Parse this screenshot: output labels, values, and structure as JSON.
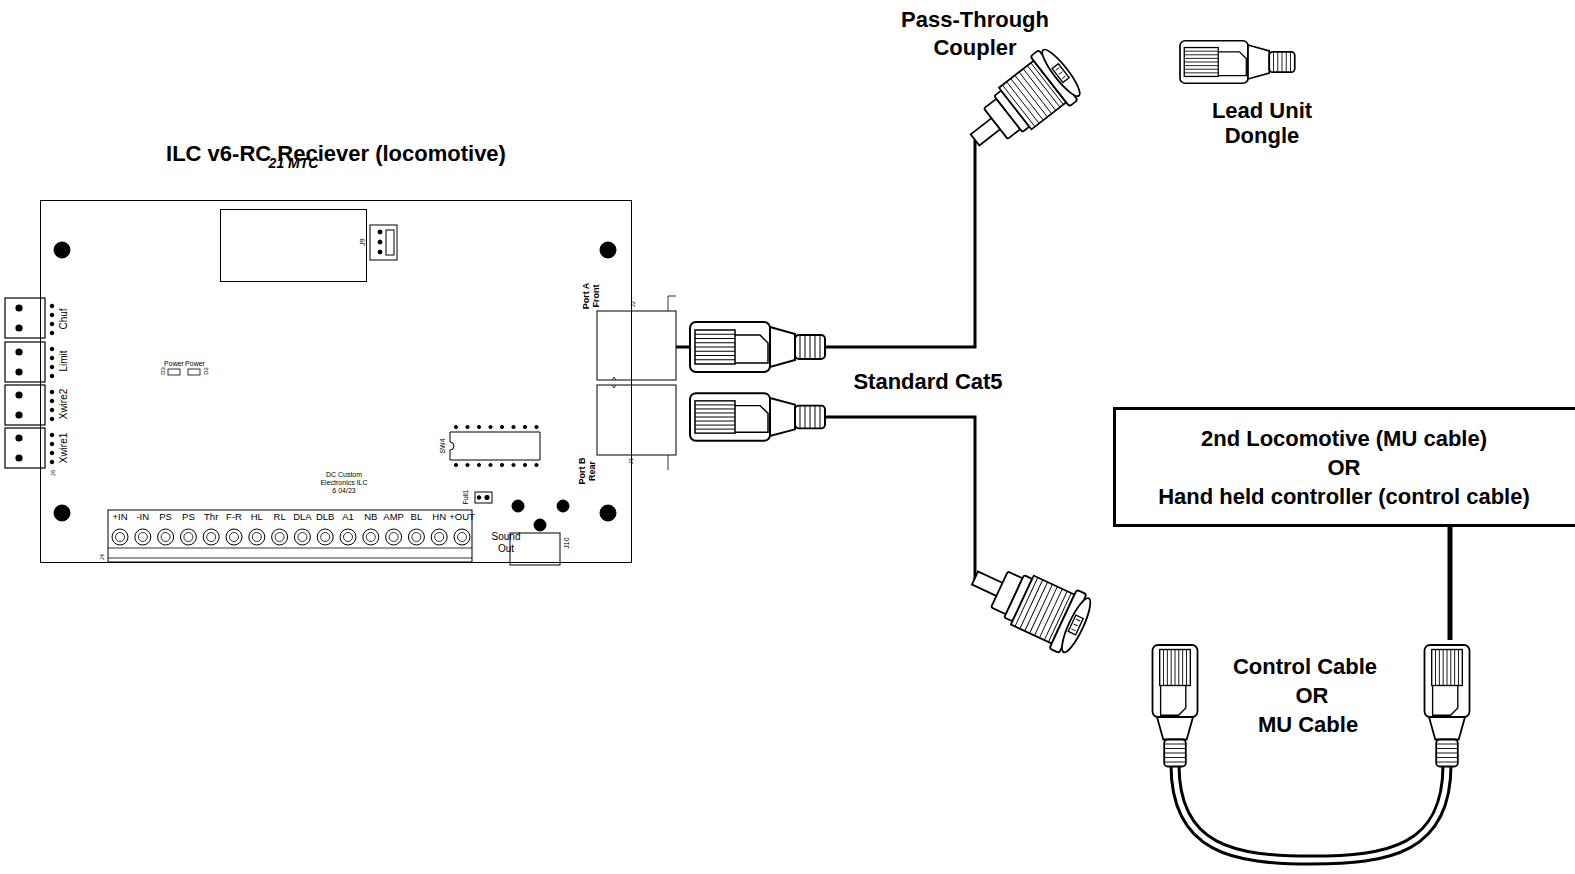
{
  "diagram": {
    "nodes": [
      {
        "text": [
          "ILC v6-RC Reciever (locomotive)"
        ]
      },
      {
        "text": [
          "21 MTC"
        ],
        "in": 0
      },
      {
        "text": [
          "Pass-Through Coupler"
        ]
      },
      {
        "text": [
          "2nd Locomotive (MU cable)",
          "OR",
          "Hand held controller (control cable)"
        ]
      }
    ],
    "edges": [
      {
        "from": 0,
        "to": 2,
        "arrow": "none"
      }
    ],
    "labels": [
      "Standard Cat5",
      "Lead Unit Dongle",
      "Control Cable",
      "OR",
      "MU Cable",
      "J9",
      "Chuf",
      "Limit",
      "Xwire2",
      "Xwire1",
      "J6",
      "Power",
      "Power",
      "D3",
      "D2",
      "SW4",
      "DC Custom Electronics ILC 6 04/23",
      "Full1",
      "Sound Out",
      "J10",
      "Port A Front",
      "J2",
      "Port B Rear",
      "J1",
      "J4",
      "+IN",
      "-IN",
      "PS",
      "PS",
      "Thr",
      "F-R",
      "HL",
      "RL",
      "DLA",
      "DLB",
      "A1",
      "NB",
      "AMP",
      "BL",
      "HN",
      "+OUT"
    ]
  }
}
